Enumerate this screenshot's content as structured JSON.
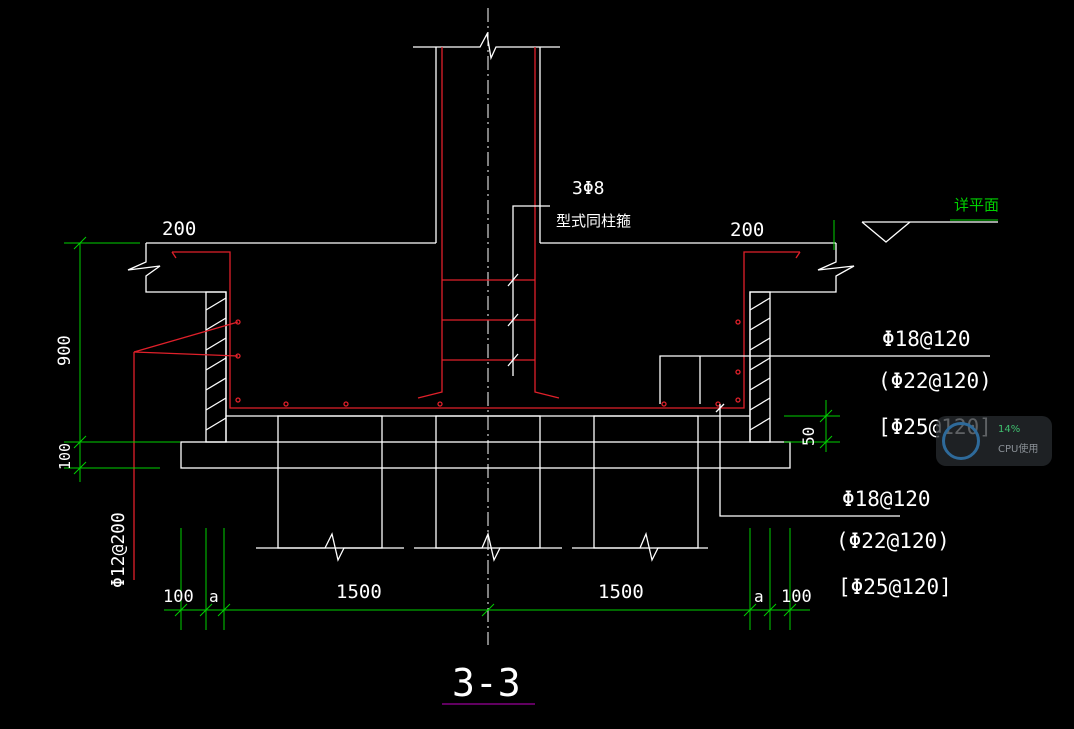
{
  "title": "3-3",
  "labels": {
    "top_left_width": "200",
    "top_right_width": "200",
    "stirrup_count": "3Φ8",
    "stirrup_note": "型式同柱箍",
    "elevation_ref": "详平面",
    "rebar_upper_main": "Φ18@120",
    "rebar_upper_alt1": "(Φ22@120)",
    "rebar_upper_alt2": "[Φ25@120]",
    "rebar_lower_main": "Φ18@120",
    "rebar_lower_alt1": "(Φ22@120)",
    "rebar_lower_alt2": "[Φ25@120]",
    "side_rebar": "Φ12@200",
    "height_900": "900",
    "height_100": "100",
    "dim_50": "50",
    "bottom_dims": [
      "100",
      "a",
      "1500",
      "1500",
      "a",
      "100"
    ]
  },
  "cpu_widget": {
    "percent": "14%",
    "label": "CPU使用"
  },
  "colors": {
    "background": "#000000",
    "structure": "#ffffff",
    "rebar": "#e0202a",
    "dimension": "#00d000",
    "section_underline": "#c000c0"
  }
}
